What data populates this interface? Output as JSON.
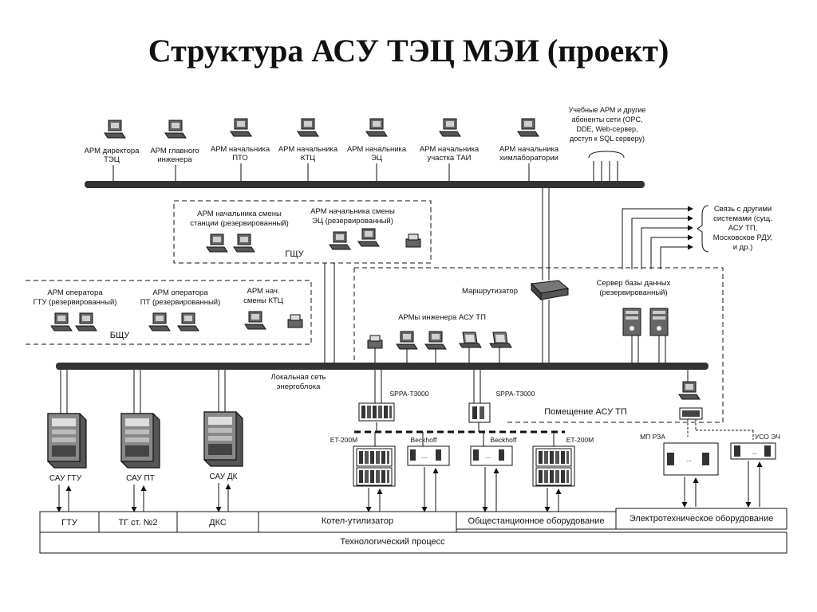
{
  "title": "Структура АСУ ТЭЦ МЭИ (проект)",
  "top_workstations": [
    [
      "АРМ директора",
      "ТЭЦ"
    ],
    [
      "АРМ главного",
      "инженера"
    ],
    [
      "АРМ начальника",
      "ПТО"
    ],
    [
      "АРМ начальника",
      "КТЦ"
    ],
    [
      "АРМ начальника",
      "ЭЦ"
    ],
    [
      "АРМ начальника",
      "участка ТАИ"
    ],
    [
      "АРМ начальника",
      "химлаборатории"
    ]
  ],
  "edu_note": [
    "Учебные АРМ и другие",
    "абоненты сети (OPC,",
    "DDE, Web-сервер,",
    "доступ к SQL серверу)"
  ],
  "comm_note": [
    "Связь с другими",
    "системами (сущ.",
    "АСУ ТП,",
    "Московское РДУ,",
    "и др.)"
  ],
  "gshu": {
    "label": "ГЩУ",
    "arm1": [
      "АРМ начальника смены",
      "станции (резервированный)"
    ],
    "arm2": [
      "АРМ начальника смены",
      "ЭЦ (резервированный)"
    ]
  },
  "bshu": {
    "label": "БЩУ",
    "arm1": [
      "АРМ оператора",
      "ГТУ (резервированный)"
    ],
    "arm2": [
      "АРМ оператора",
      "ПТ (резервированный)"
    ],
    "arm3": [
      "АРМ нач.",
      "смены КТЦ"
    ]
  },
  "router": "Маршрутизатор",
  "db_server": [
    "Сервер базы данных",
    "(резервированный)"
  ],
  "eng_arm": "АРМы инженера АСУ ТП",
  "lan": [
    "Локальная сеть",
    "энергоблока"
  ],
  "room": "Помещение АСУ ТП",
  "sppa1": "SPPA-T3000",
  "sppa2": "SPPA-T3000",
  "et1": "ET-200M",
  "et2": "ET-200M",
  "beckhoff1": "Beckhoff",
  "beckhoff2": "Beckhoff",
  "mp_rza": "МП РЗА",
  "uso": "УСО ЭЧ",
  "sau_gtu": "САУ ГТУ",
  "sau_pt": "САУ ПТ",
  "sau_dk": "САУ ДК",
  "sections": [
    "ГТУ",
    "ТГ ст. №2",
    "ДКС",
    "Котел-утилизатор",
    "Общестанционное оборудование",
    "Электротехническое оборудование"
  ],
  "process": "Технологический процесс"
}
